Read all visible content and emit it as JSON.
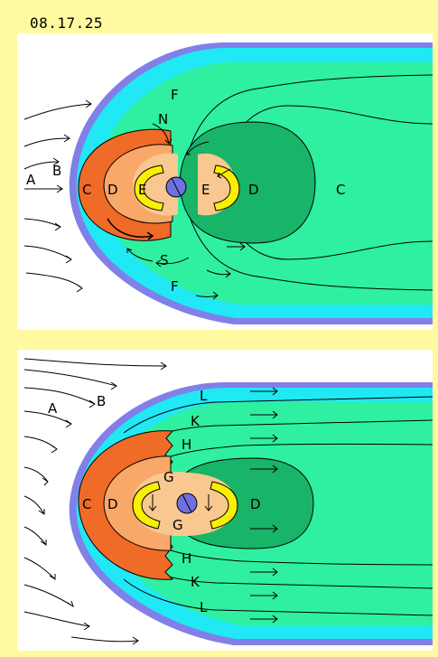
{
  "date": "08.17.25",
  "colors": {
    "frame": "#fff9a0",
    "magnetopause": "#8080e8",
    "cyan_layer": "#20e8f4",
    "outer_green": "#2ef0a0",
    "dark_green": "#18b468",
    "orange_outer": "#f06a28",
    "orange_mid": "#f8a868",
    "peach": "#f8c890",
    "yellow": "#f8f000",
    "earth": "#7070e0"
  },
  "top_panel": {
    "labels": {
      "a": "A",
      "b": "B",
      "c_left": "C",
      "d_left": "D",
      "e_left": "E",
      "e_right": "E",
      "d_right": "D",
      "c_right": "C",
      "f_top": "F",
      "f_bottom": "F",
      "n": "N",
      "s": "S"
    }
  },
  "bottom_panel": {
    "labels": {
      "a": "A",
      "b": "B",
      "c": "C",
      "d_left": "D",
      "d_right": "D",
      "g_top": "G",
      "g_bottom": "G",
      "h_top": "H",
      "h_bottom": "H",
      "k_top": "K",
      "k_bottom": "K",
      "l_top": "L",
      "l_bottom": "L"
    }
  }
}
